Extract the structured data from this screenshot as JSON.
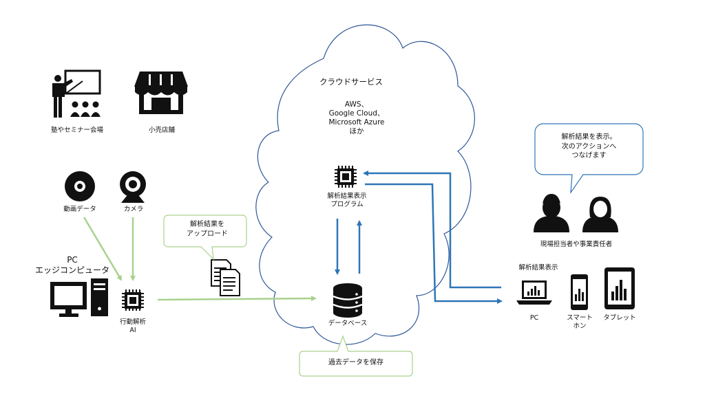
{
  "colors": {
    "cloud_stroke": "#2e5597",
    "blue_arrow": "#2e75b6",
    "green_arrow": "#a9d18e",
    "callout_border_green": "#a9d18e",
    "callout_border_blue": "#2e75b6",
    "icon": "#111111"
  },
  "sources": {
    "seminar": "塾やセミナー会場",
    "store": "小売店舗",
    "video": "動画データ",
    "camera": "カメラ"
  },
  "edge": {
    "title_line1": "PC",
    "title_line2": "エッジコンピュータ",
    "chip_line1": "行動解析",
    "chip_line2": "AI"
  },
  "upload_callout": {
    "line1": "解析結果を",
    "line2": "アップロード"
  },
  "cloud": {
    "title": "クラウドサービス",
    "providers_line1": "AWS、",
    "providers_line2": "Google Cloud、",
    "providers_line3": "Microsoft Azure",
    "providers_line4": "ほか",
    "program_line1": "解析結果表示",
    "program_line2": "プログラム",
    "database": "データベース"
  },
  "save_callout": "過去データを保存",
  "speech": {
    "line1": "解析結果を表示。",
    "line2": "次のアクションへ",
    "line3": "つなげます"
  },
  "users": {
    "label": "現場担当者や事業責任者",
    "devices_heading": "解析結果表示",
    "pc": "PC",
    "phone_line1": "スマート",
    "phone_line2": "ホン",
    "tablet": "タブレット"
  }
}
